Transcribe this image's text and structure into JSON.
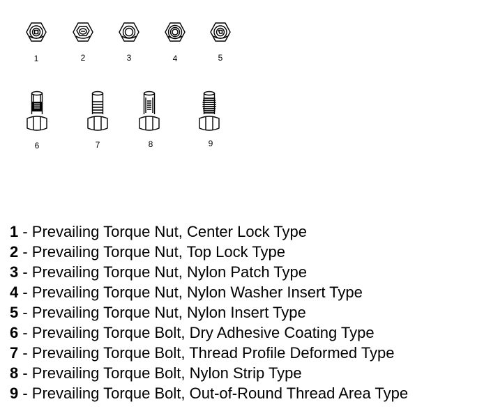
{
  "nuts": [
    {
      "label": "1",
      "icon": "center-lock-nut-icon"
    },
    {
      "label": "2",
      "icon": "top-lock-nut-icon"
    },
    {
      "label": "3",
      "icon": "nylon-patch-nut-icon"
    },
    {
      "label": "4",
      "icon": "nylon-washer-insert-nut-icon"
    },
    {
      "label": "5",
      "icon": "nylon-insert-nut-icon"
    }
  ],
  "bolts": [
    {
      "label": "6",
      "icon": "dry-adhesive-coating-bolt-icon"
    },
    {
      "label": "7",
      "icon": "thread-profile-deformed-bolt-icon"
    },
    {
      "label": "8",
      "icon": "nylon-strip-bolt-icon"
    },
    {
      "label": "9",
      "icon": "out-of-round-thread-bolt-icon"
    }
  ],
  "legend": [
    {
      "number": "1",
      "text": " - Prevailing Torque Nut, Center Lock Type"
    },
    {
      "number": "2",
      "text": " - Prevailing Torque Nut, Top Lock Type"
    },
    {
      "number": "3",
      "text": " - Prevailing Torque Nut, Nylon Patch Type"
    },
    {
      "number": "4",
      "text": " - Prevailing Torque Nut, Nylon Washer Insert Type"
    },
    {
      "number": "5",
      "text": " - Prevailing Torque Nut, Nylon Insert Type"
    },
    {
      "number": "6",
      "text": " - Prevailing Torque Bolt, Dry Adhesive Coating Type"
    },
    {
      "number": "7",
      "text": " - Prevailing Torque Bolt, Thread Profile Deformed Type"
    },
    {
      "number": "8",
      "text": " - Prevailing Torque Bolt, Nylon Strip Type"
    },
    {
      "number": "9",
      "text": " - Prevailing Torque Bolt, Out-of-Round Thread Area Type"
    }
  ]
}
